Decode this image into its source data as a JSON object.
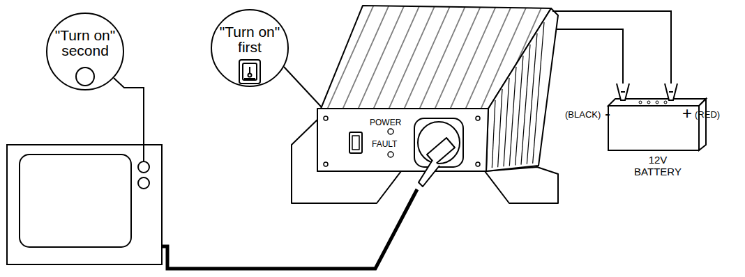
{
  "diagram": {
    "nodes": [
      {
        "text": [
          "\"Turn on\" second"
        ]
      },
      {
        "text": [
          "\"Turn on\" first"
        ]
      }
    ],
    "labels": [
      "POWER",
      "FAULT",
      "(BLACK)",
      "-",
      "+",
      "(RED)",
      "12V BATTERY"
    ]
  }
}
